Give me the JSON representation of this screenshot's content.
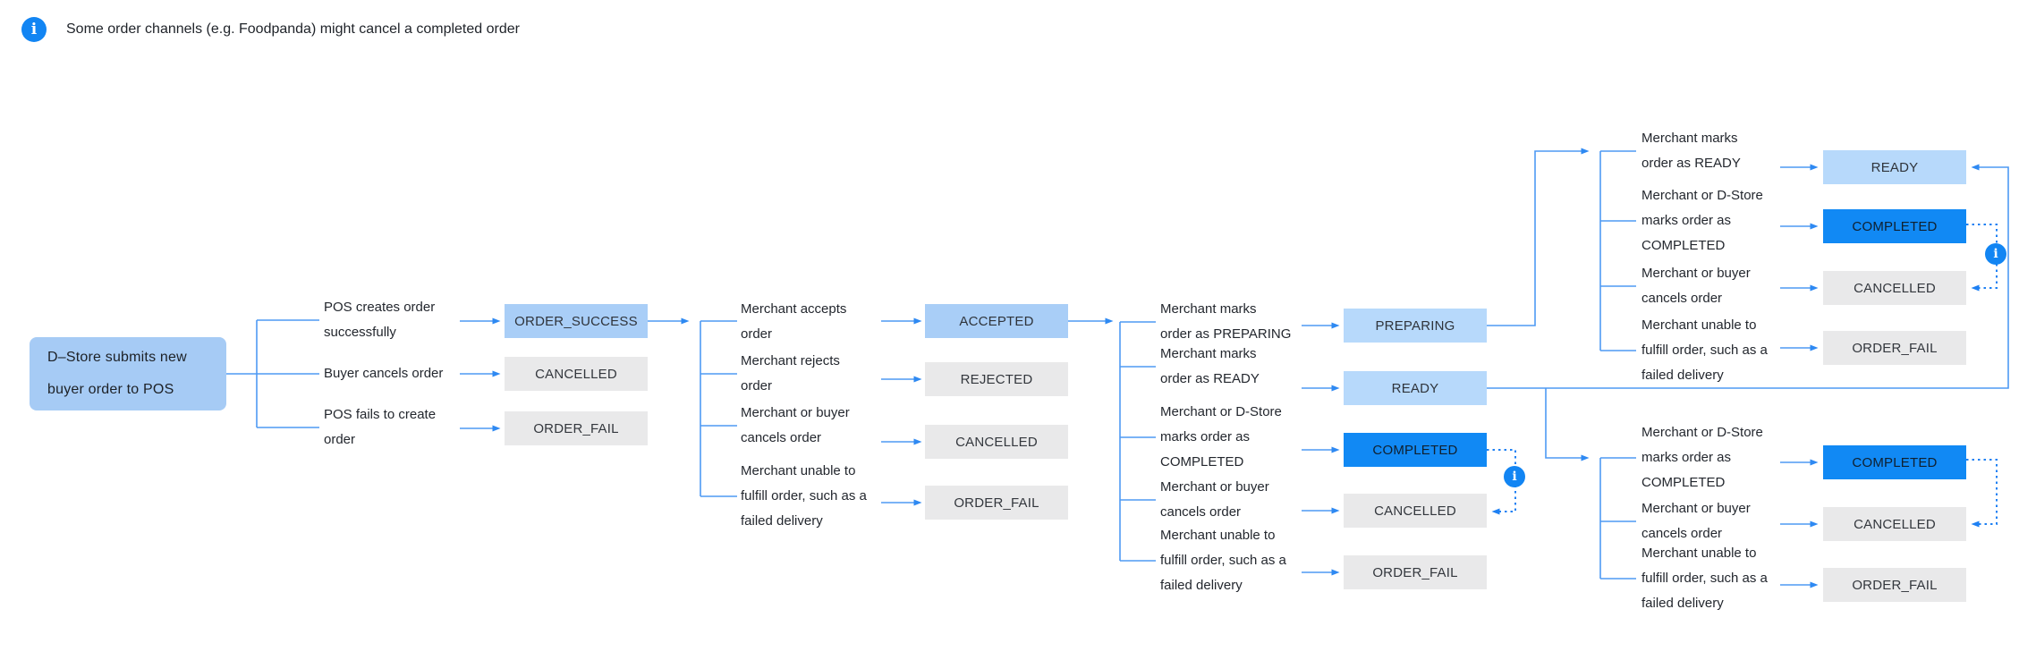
{
  "note": {
    "text": "Some order channels (e.g. Foodpanda) might cancel a completed order"
  },
  "root": {
    "label": "D–Store submits new\nbuyer order to POS"
  },
  "columns": {
    "pos_result": {
      "rows": [
        {
          "label": "POS creates order\nsuccessfully",
          "state": "ORDER_SUCCESS"
        },
        {
          "label": "Buyer cancels order",
          "state": "CANCELLED"
        },
        {
          "label": "POS fails to create\norder",
          "state": "ORDER_FAIL"
        }
      ]
    },
    "merchant_decision": {
      "rows": [
        {
          "label": "Merchant accepts\norder",
          "state": "ACCEPTED"
        },
        {
          "label": "Merchant rejects\norder",
          "state": "REJECTED"
        },
        {
          "label": "Merchant or buyer\ncancels order",
          "state": "CANCELLED"
        },
        {
          "label": "Merchant unable to\nfulfill order, such as a\nfailed delivery",
          "state": "ORDER_FAIL"
        }
      ]
    },
    "accepted_children": {
      "rows": [
        {
          "label": "Merchant marks\norder as PREPARING",
          "state": "PREPARING"
        },
        {
          "label": "Merchant marks\norder as READY",
          "state": "READY"
        },
        {
          "label": "Merchant or D-Store\nmarks order as\nCOMPLETED",
          "state": "COMPLETED"
        },
        {
          "label": "Merchant or buyer\ncancels order",
          "state": "CANCELLED"
        },
        {
          "label": "Merchant unable to\nfulfill order, such as a\nfailed delivery",
          "state": "ORDER_FAIL"
        }
      ]
    },
    "preparing_children": {
      "rows": [
        {
          "label": "Merchant marks\norder as READY",
          "state": "READY"
        },
        {
          "label": "Merchant or D-Store\nmarks order as\nCOMPLETED",
          "state": "COMPLETED"
        },
        {
          "label": "Merchant or buyer\ncancels order",
          "state": "CANCELLED"
        },
        {
          "label": "Merchant unable to\nfulfill order, such as a\nfailed delivery",
          "state": "ORDER_FAIL"
        }
      ]
    },
    "ready_children": {
      "rows": [
        {
          "label": "Merchant or D-Store\nmarks order as\nCOMPLETED",
          "state": "COMPLETED"
        },
        {
          "label": "Merchant or buyer\ncancels order",
          "state": "CANCELLED"
        },
        {
          "label": "Merchant unable to\nfulfill order, such as a\nfailed delivery",
          "state": "ORDER_FAIL"
        }
      ]
    }
  },
  "icons": {
    "info_glyph": "i"
  },
  "colors": {
    "accent_blue": "#1189f4",
    "light_blue_box": "#a9cef7",
    "lighter_blue_box": "#b7d9fb",
    "gray_box": "#e9e9ea",
    "connector": "#4e9af4",
    "dotted_connector": "#1e80f3"
  }
}
